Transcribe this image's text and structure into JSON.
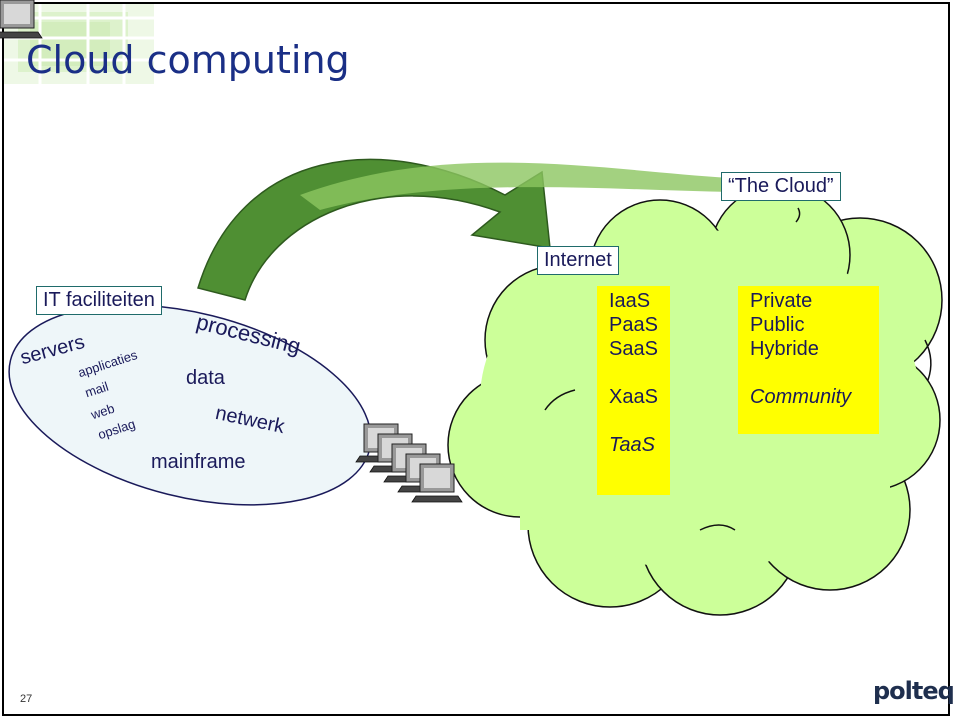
{
  "slide": {
    "title": "Cloud computing",
    "page_number": "27",
    "logo_text": "polteq"
  },
  "labels": {
    "it_facilities": "IT faciliteiten",
    "cloud": "“The Cloud”",
    "internet": "Internet"
  },
  "it_items": {
    "processing": "processing",
    "servers": "servers",
    "applicaties": "applicaties",
    "mail": "mail",
    "web": "web",
    "opslag": "opslag",
    "data": "data",
    "netwerk": "netwerk",
    "mainframe": "mainframe"
  },
  "service_models": [
    "IaaS",
    "PaaS",
    "SaaS",
    "XaaS",
    "TaaS"
  ],
  "deployment_models": [
    "Private",
    "Public",
    "Hybride",
    "Community"
  ],
  "colors": {
    "title": "#1a2f86",
    "cloud_fill": "#ccff99",
    "arrow_fill": "#4f8f33",
    "highlight": "#ffff00",
    "ellipse_fill": "#eef6f9"
  },
  "icons": {
    "computers": "desktop-computer-icon"
  }
}
